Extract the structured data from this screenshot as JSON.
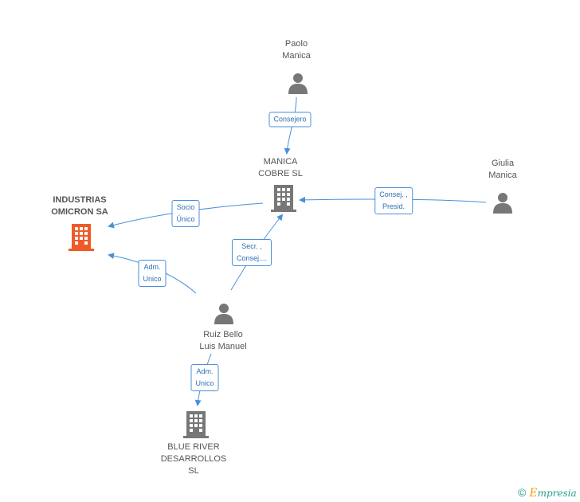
{
  "nodes": {
    "paolo": {
      "lines": [
        "Paolo",
        "Manica"
      ],
      "kind": "person"
    },
    "giulia": {
      "lines": [
        "Giulia",
        "Manica"
      ],
      "kind": "person"
    },
    "manica_cobre": {
      "lines": [
        "MANICA",
        "COBRE SL"
      ],
      "kind": "company"
    },
    "industrias": {
      "lines": [
        "INDUSTRIAS",
        "OMICRON SA"
      ],
      "kind": "company-focus"
    },
    "ruiz": {
      "lines": [
        "Ruiz Bello",
        "Luis Manuel"
      ],
      "kind": "person"
    },
    "blue_river": {
      "lines": [
        "BLUE RIVER",
        "DESARROLLOS",
        "SL"
      ],
      "kind": "company"
    }
  },
  "edges": {
    "consejero": {
      "lines": [
        "Consejero"
      ]
    },
    "consej_presid": {
      "lines": [
        "Consej. ,",
        "Presid."
      ]
    },
    "socio_unico": {
      "lines": [
        "Socio",
        "Único"
      ]
    },
    "secr_consej": {
      "lines": [
        "Secr. ,",
        "Consej...."
      ]
    },
    "adm_unico_industrias": {
      "lines": [
        "Adm.",
        "Unico"
      ]
    },
    "adm_unico_blue": {
      "lines": [
        "Adm.",
        "Unico"
      ]
    }
  },
  "colors": {
    "edge": "#4a90d9",
    "icon": "#777777",
    "focus": "#f05a28"
  },
  "brand": {
    "copyright": "©",
    "initial": "E",
    "rest": "mpresia"
  }
}
